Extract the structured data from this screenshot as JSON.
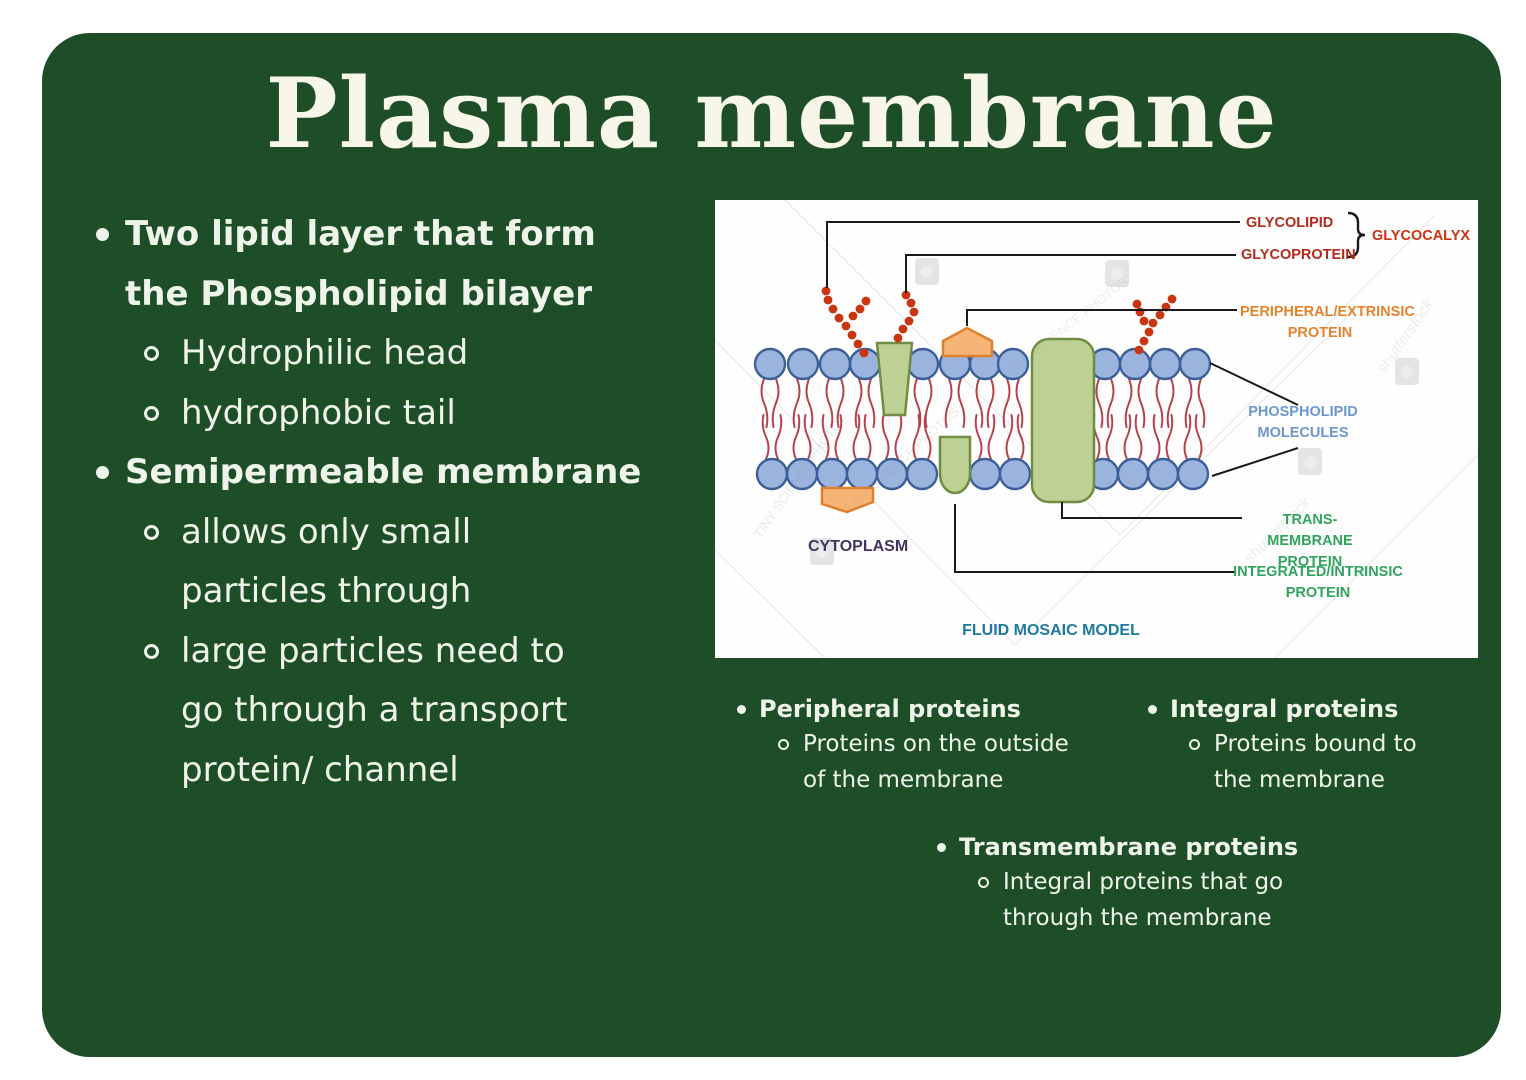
{
  "title": "Plasma membrane",
  "left_list": {
    "item1": "Two lipid layer that form\nthe Phospholipid bilayer",
    "item2": "Hydrophilic head",
    "item3": "hydrophobic tail",
    "item4": "Semipermeable membrane",
    "item5": "allows only small\nparticles through",
    "item6": "large particles need to\ngo through a transport\nprotein/ channel"
  },
  "protein_notes": {
    "peripheral": {
      "title": "Peripheral proteins",
      "desc": "Proteins on the outside\nof the membrane"
    },
    "integral": {
      "title": "Integral proteins",
      "desc": "Proteins bound to\nthe membrane"
    },
    "transmembrane": {
      "title": "Transmembrane proteins",
      "desc": "Integral proteins that go\nthrough the membrane"
    }
  },
  "diagram": {
    "labels": {
      "glycolipid": "GLYCOLIPID",
      "glycoprotein": "GLYCOPROTEIN",
      "glycocalyx": "GLYCOCALYX",
      "peripheral": "PERIPHERAL/EXTRINSIC\nPROTEIN",
      "phospholipid": "PHOSPHOLIPID\nMOLECULES",
      "transmembrane": "TRANS-MEMBRANE\nPROTEIN",
      "integrated": "INTEGRATED/INTRINSIC\nPROTEIN",
      "cytoplasm": "CYTOPLASM",
      "caption": "FLUID MOSAIC MODEL"
    },
    "watermarks": {
      "studio": "TINY SCIENCE PHOTOS",
      "agency": "shutterstock"
    },
    "colors": {
      "label_red": "#b5291c",
      "label_red_bright": "#cc3312",
      "label_orange": "#e5832d",
      "label_blue": "#6b96cf",
      "label_green": "#2fa45c",
      "label_purple": "#43355f",
      "label_teal": "#1e7a9e",
      "head_fill": "#9ab4dd",
      "head_stroke": "#3c5f99",
      "tail_red": "#b6424e",
      "protein_fill": "#bdd194",
      "protein_stroke": "#6f8d41",
      "orange_fill": "#f6b577",
      "orange_stroke": "#e0802f",
      "bead_red": "#c93510"
    }
  },
  "card_color": "#1e4e27"
}
